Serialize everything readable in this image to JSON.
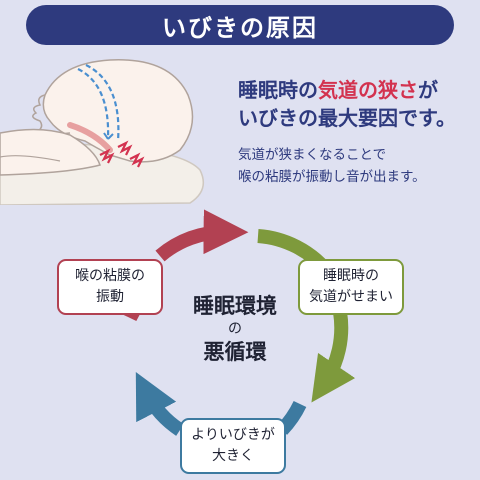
{
  "header": {
    "title": "いびきの原因"
  },
  "intro": {
    "line1_red": "気道の狭さ",
    "line1_pre": "睡眠時の",
    "line1_post": "が",
    "line2": "いびきの最大要因です。",
    "body_line1": "気道が狭まくなることで",
    "body_line2": "喉の粘膜が振動し音が出ます。"
  },
  "cycle": {
    "center_line1": "睡眠環境",
    "center_line2": "の",
    "center_line3": "悪循環",
    "nodes": [
      {
        "line1": "睡眠時の",
        "line2": "気道がせまい",
        "color": "#7e9a3c"
      },
      {
        "line1": "よりいびきが",
        "line2": "大きく",
        "color": "#3d7aa0"
      },
      {
        "line1": "喉の粘膜の",
        "line2": "振動",
        "color": "#b24152"
      }
    ]
  },
  "colors": {
    "navy": "#2e3a7e",
    "red_text": "#d3324f",
    "green": "#7e9a3c",
    "blue": "#3d7aa0",
    "red": "#b24152",
    "background": "#dfe1f1"
  }
}
